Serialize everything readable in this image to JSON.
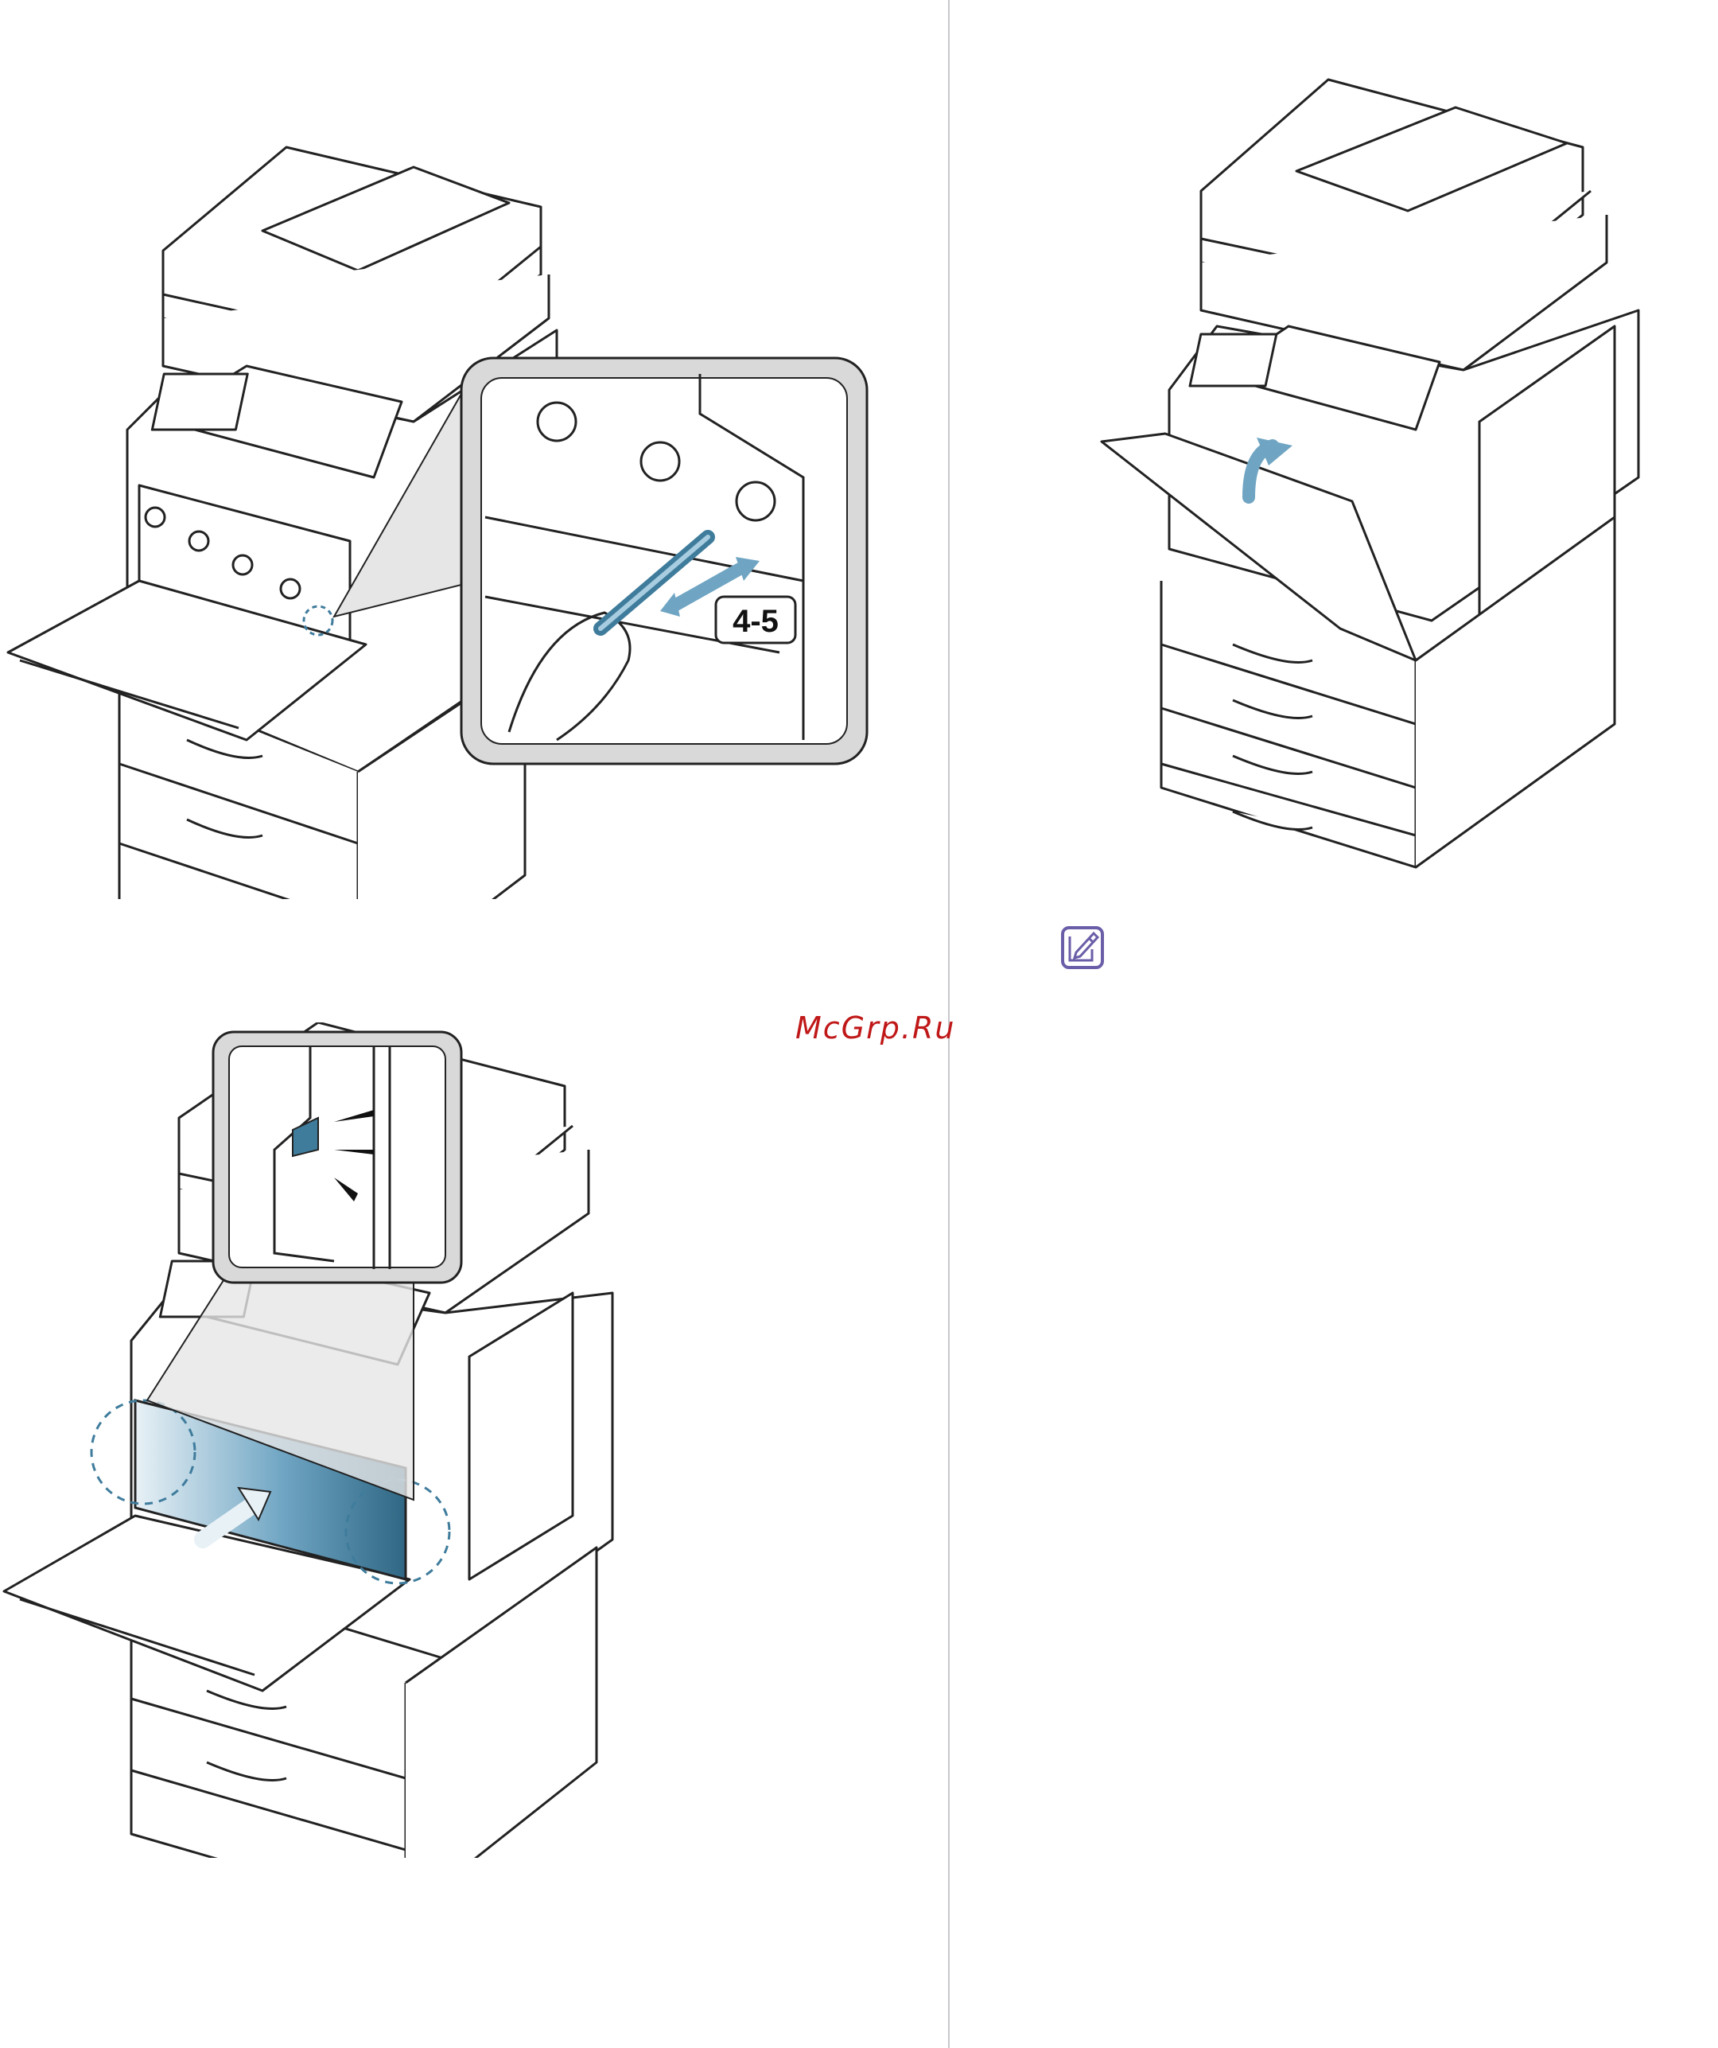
{
  "figures": [
    {
      "callout_label": "4-5"
    }
  ],
  "watermark": "McGrp.Ru",
  "icons": [
    "printer-toner-door-open",
    "printer-door-closing",
    "printer-waste-toner-insert",
    "note-icon"
  ],
  "colors": {
    "accent_blue": "#3f7c9c",
    "arrow_blue": "#6fa5c3",
    "outline": "#222222",
    "watermark": "#c01818",
    "note_purple": "#6b5ea8"
  }
}
